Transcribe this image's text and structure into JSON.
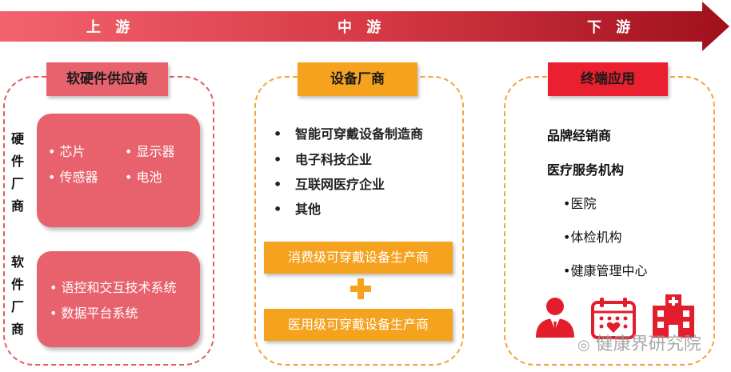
{
  "stages": {
    "upstream": "上 游",
    "midstream": "中 游",
    "downstream": "下 游"
  },
  "upstream": {
    "header": "软硬件供应商",
    "hardware": {
      "label": [
        "硬",
        "件",
        "厂",
        "商"
      ],
      "items": [
        "芯片",
        "显示器",
        "传感器",
        "电池"
      ]
    },
    "software": {
      "label": [
        "软",
        "件",
        "厂",
        "商"
      ],
      "items": [
        "语控和交互技术系统",
        "数据平台系统"
      ]
    }
  },
  "midstream": {
    "header": "设备厂商",
    "bullets": [
      "智能可穿戴设备制造商",
      "电子科技企业",
      "互联网医疗企业",
      "其他"
    ],
    "consumer_button": "消费级可穿戴设备生产商",
    "plus": "+",
    "medical_button": "医用级可穿戴设备生产商"
  },
  "downstream": {
    "header": "终端应用",
    "brand": "品牌经销商",
    "medical": "医疗服务机构",
    "sub_items": [
      "•医院",
      "•体检机构",
      "•健康管理中心"
    ]
  },
  "watermark": "健康界研究院",
  "colors": {
    "arrow_start": "#f3636f",
    "arrow_end": "#a0101c",
    "pink": "#e8626e",
    "orange": "#f5a21f",
    "red": "#ea1f2f",
    "dashed_pink": "#e85a66",
    "dashed_orange": "#f2a536"
  }
}
